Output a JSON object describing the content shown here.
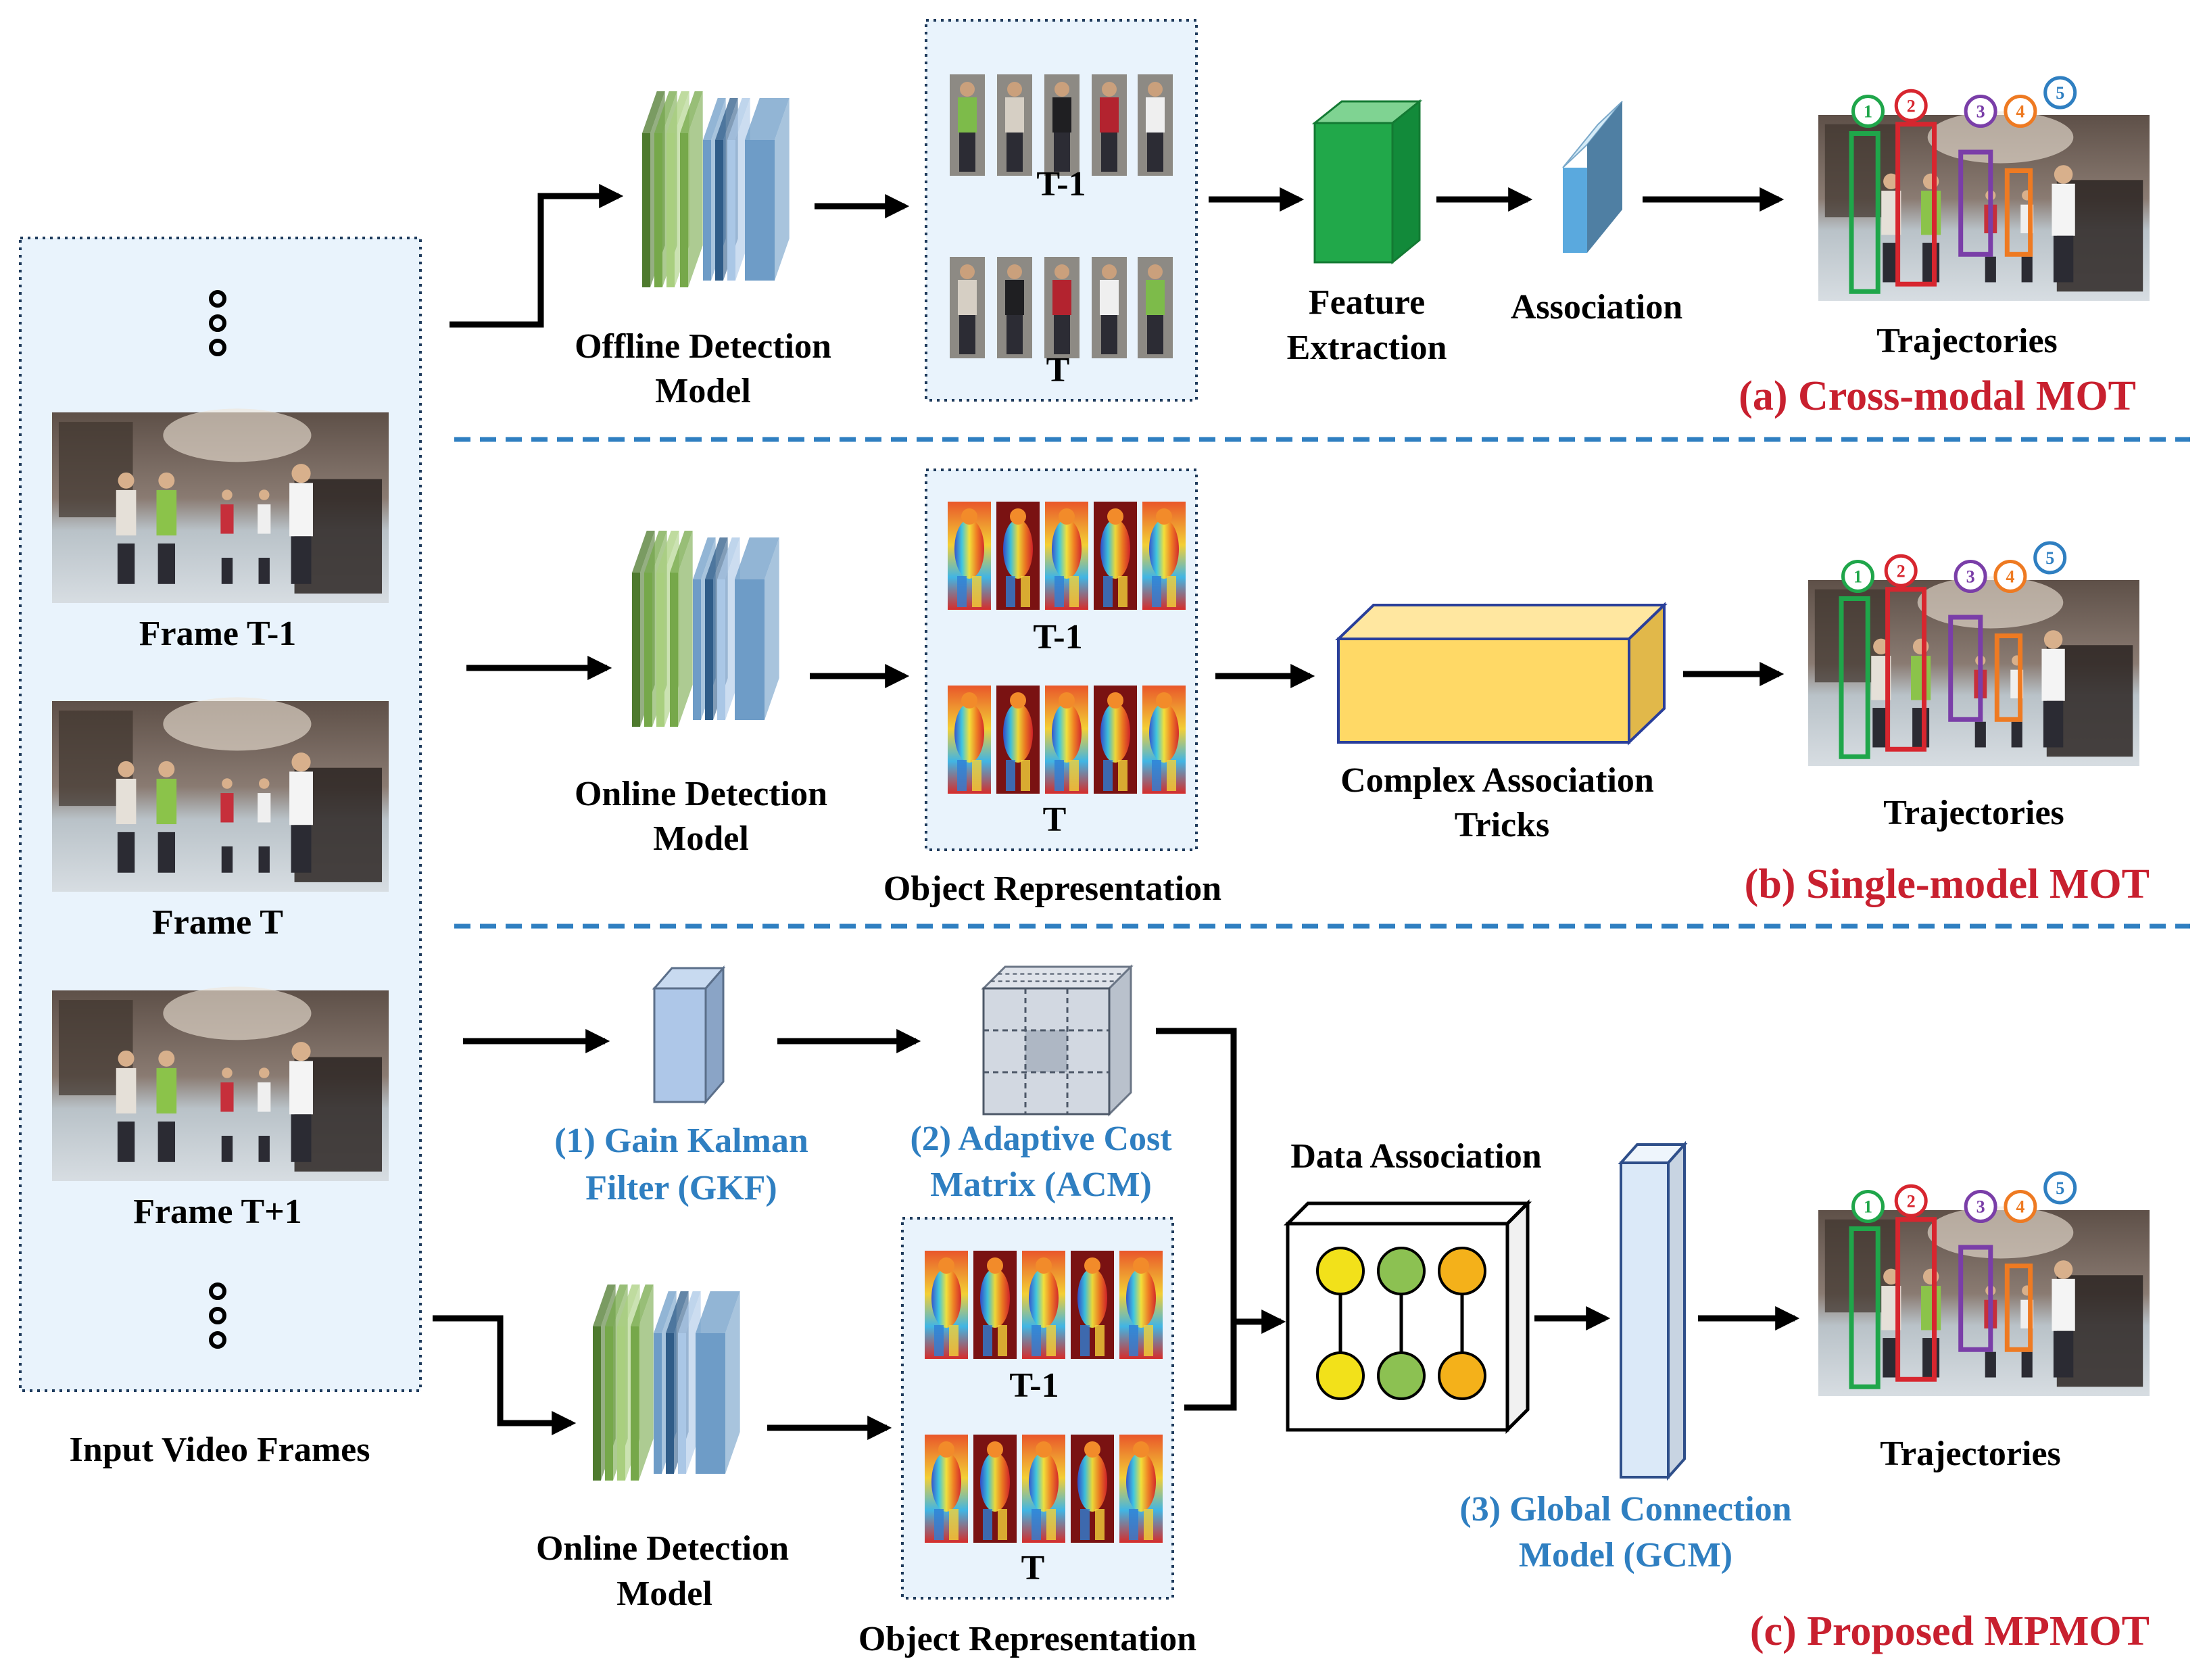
{
  "colors": {
    "section_title": "#c8202f",
    "module_text": "#2f7fc1",
    "divider": "#2f7fc1",
    "panel_fill": "#e9f3fc",
    "frame_border": "#1f3b5c",
    "feature_box": "#21a84a",
    "association_box": "#5aa9de",
    "tricks_box": "#ffd966",
    "gkf_box": "#aec7e8",
    "gcm_box": "#dbe9f8",
    "node_yellow": "#f2e11a",
    "node_green": "#8cc152",
    "node_orange": "#f4b11a",
    "detector_greens": [
      "#4e7a2e",
      "#76a84a",
      "#a9cf7f"
    ],
    "detector_blues": [
      "#2f5c88",
      "#6e9cc7",
      "#aac7e6"
    ]
  },
  "track_ids": [
    {
      "num": "1",
      "color": "#1fa64a"
    },
    {
      "num": "2",
      "color": "#d7262f"
    },
    {
      "num": "3",
      "color": "#7a3ea8"
    },
    {
      "num": "4",
      "color": "#ee7a22"
    },
    {
      "num": "5",
      "color": "#2f7fc1"
    }
  ],
  "input": {
    "caption": "Input Video Frames",
    "frames": [
      {
        "label": "Frame T-1"
      },
      {
        "label": "Frame T"
      },
      {
        "label": "Frame T+1"
      }
    ]
  },
  "cross_modal": {
    "title": "(a) Cross-modal MOT",
    "detector_label_1": "Offline Detection",
    "detector_label_2": "Model",
    "crops_label_prev": "T-1",
    "crops_label_cur": "T",
    "feature_label_1": "Feature",
    "feature_label_2": "Extraction",
    "association_label": "Association",
    "output_label": "Trajectories"
  },
  "single_model": {
    "title": "(b) Single-model MOT",
    "detector_label_1": "Online Detection",
    "detector_label_2": "Model",
    "rep_label_prev": "T-1",
    "rep_label_cur": "T",
    "rep_caption": "Object Representation",
    "tricks_label_1": "Complex Association",
    "tricks_label_2": "Tricks",
    "output_label": "Trajectories"
  },
  "proposed": {
    "title": "(c) Proposed MPMOT",
    "gkf_label_1": "(1) Gain Kalman",
    "gkf_label_2": "Filter (GKF)",
    "acm_label_1": "(2) Adaptive Cost",
    "acm_label_2": "Matrix (ACM)",
    "assoc_label": "Data Association",
    "gcm_label_1": "(3) Global Connection",
    "gcm_label_2": "Model (GCM)",
    "detector_label_1": "Online Detection",
    "detector_label_2": "Model",
    "rep_label_prev": "T-1",
    "rep_label_cur": "T",
    "rep_caption": "Object Representation",
    "output_label": "Trajectories"
  }
}
